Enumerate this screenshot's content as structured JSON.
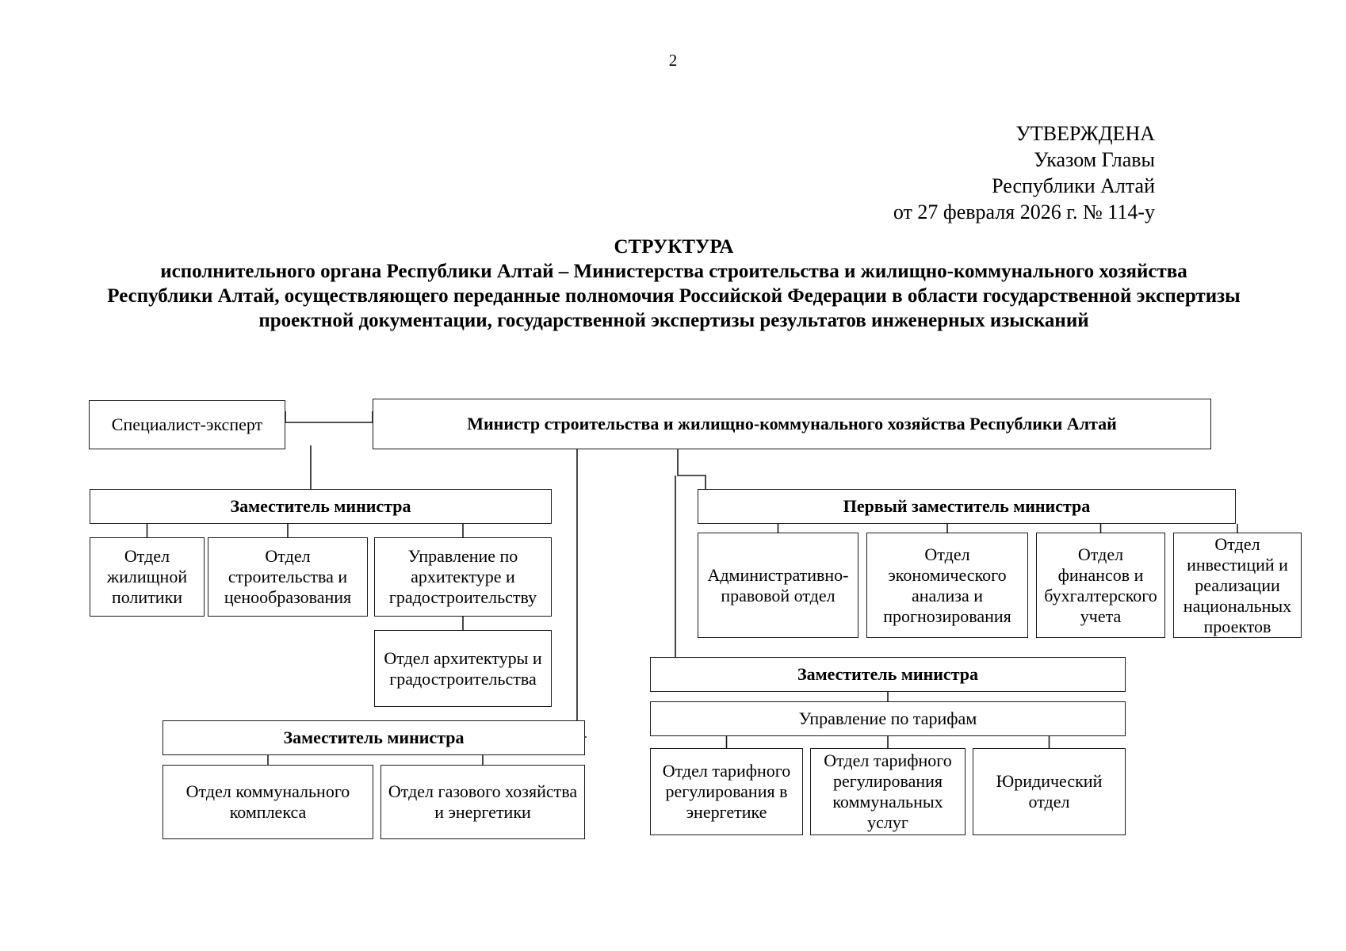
{
  "page": {
    "number": "2"
  },
  "approval": {
    "lines": [
      "УТВЕРЖДЕНА",
      "Указом Главы",
      "Республики Алтай",
      "от 27 февраля 2026 г. № 114-у"
    ]
  },
  "title": {
    "heading": "СТРУКТУРА",
    "lines": [
      "исполнительного органа Республики Алтай – Министерства строительства и жилищно-коммунального хозяйства",
      "Республики Алтай, осуществляющего переданные полномочия Российской Федерации в области государственной экспертизы",
      "проектной документации, государственной экспертизы результатов инженерных изысканий"
    ]
  },
  "chart_data": {
    "type": "diagram",
    "title": "Организационная структура Министерства строительства и жилищно-коммунального хозяйства Республики Алтай",
    "nodes": [
      {
        "id": "specialist",
        "label": "Специалист-эксперт",
        "level": 0
      },
      {
        "id": "minister",
        "label": "Министр строительства и жилищно-коммунального хозяйства Республики Алтай",
        "level": 0
      },
      {
        "id": "deputy_left",
        "label": "Заместитель министра",
        "level": 1
      },
      {
        "id": "first_deputy",
        "label": "Первый заместитель министра",
        "level": 1
      },
      {
        "id": "dept_housing",
        "label": "Отдел жилищной политики",
        "level": 2
      },
      {
        "id": "dept_construction",
        "label": "Отдел строительства и ценообразования",
        "level": 2
      },
      {
        "id": "dept_architecture_dir",
        "label": "Управление по архитектуре и градостроительству",
        "level": 2
      },
      {
        "id": "dept_architecture_sub",
        "label": "Отдел архитектуры и градостроительства",
        "level": 3
      },
      {
        "id": "dept_admin_legal",
        "label": "Административно-правовой отдел",
        "level": 2
      },
      {
        "id": "dept_economic",
        "label": "Отдел экономического анализа и прогнозирования",
        "level": 2
      },
      {
        "id": "dept_finance",
        "label": "Отдел финансов и бухгалтерского учета",
        "level": 2
      },
      {
        "id": "dept_investments",
        "label": "Отдел инвестиций и реализации национальных проектов",
        "level": 2
      },
      {
        "id": "deputy_bottom_left",
        "label": "Заместитель министра",
        "level": 1
      },
      {
        "id": "dept_communal",
        "label": "Отдел коммунального комплекса",
        "level": 2
      },
      {
        "id": "dept_gas",
        "label": "Отдел газового хозяйства и энергетики",
        "level": 2
      },
      {
        "id": "deputy_tariffs",
        "label": "Заместитель министра",
        "level": 1
      },
      {
        "id": "dir_tariffs",
        "label": "Управление по тарифам",
        "level": 2
      },
      {
        "id": "dept_tariff_energy",
        "label": "Отдел тарифного регулирования в энергетике",
        "level": 3
      },
      {
        "id": "dept_tariff_communal",
        "label": "Отдел тарифного регулирования коммунальных услуг",
        "level": 3
      },
      {
        "id": "dept_legal",
        "label": "Юридический отдел",
        "level": 3
      }
    ],
    "edges": [
      {
        "from": "specialist",
        "to": "minister"
      },
      {
        "from": "minister",
        "to": "deputy_left"
      },
      {
        "from": "minister",
        "to": "first_deputy"
      },
      {
        "from": "minister",
        "to": "deputy_bottom_left"
      },
      {
        "from": "minister",
        "to": "deputy_tariffs"
      },
      {
        "from": "deputy_left",
        "to": "dept_housing"
      },
      {
        "from": "deputy_left",
        "to": "dept_construction"
      },
      {
        "from": "deputy_left",
        "to": "dept_architecture_dir"
      },
      {
        "from": "dept_architecture_dir",
        "to": "dept_architecture_sub"
      },
      {
        "from": "first_deputy",
        "to": "dept_admin_legal"
      },
      {
        "from": "first_deputy",
        "to": "dept_economic"
      },
      {
        "from": "first_deputy",
        "to": "dept_finance"
      },
      {
        "from": "first_deputy",
        "to": "dept_investments"
      },
      {
        "from": "deputy_bottom_left",
        "to": "dept_communal"
      },
      {
        "from": "deputy_bottom_left",
        "to": "dept_gas"
      },
      {
        "from": "deputy_tariffs",
        "to": "dir_tariffs"
      },
      {
        "from": "dir_tariffs",
        "to": "dept_tariff_energy"
      },
      {
        "from": "dir_tariffs",
        "to": "dept_tariff_communal"
      },
      {
        "from": "dir_tariffs",
        "to": "dept_legal"
      }
    ]
  },
  "colors": {
    "border": "#1a1a1a",
    "background": "#ffffff",
    "text": "#000000"
  }
}
